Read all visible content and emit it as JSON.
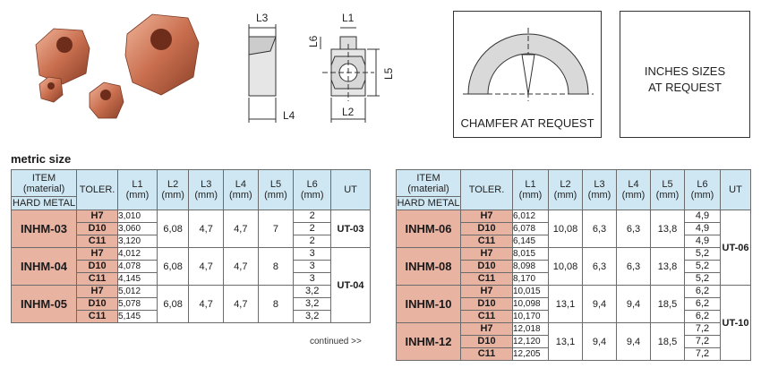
{
  "boxes": {
    "chamfer_caption": "CHAMFER AT REQUEST",
    "inches_line1": "INCHES SIZES",
    "inches_line2": "AT REQUEST"
  },
  "drawing_labels": {
    "l1": "L1",
    "l2": "L2",
    "l3": "L3",
    "l4": "L4",
    "l5": "L5",
    "l6": "L6"
  },
  "section_title": "metric size",
  "continued": "continued >>",
  "header": {
    "item": "ITEM",
    "material": "(material)",
    "hard_metal": "HARD METAL",
    "toler": "TOLER.",
    "unit": "(mm)",
    "cols": [
      "L1",
      "L2",
      "L3",
      "L4",
      "L5",
      "L6"
    ],
    "ut": "UT"
  },
  "left_table": {
    "rows": [
      {
        "name": "INHM-03",
        "tol": [
          "H7",
          "D10",
          "C11"
        ],
        "l1": [
          "3,010",
          "3,060",
          "3,120"
        ],
        "l2": "6,08",
        "l3": "4,7",
        "l4": "4,7",
        "l5": "7",
        "l6": [
          "2",
          "2",
          "2"
        ]
      },
      {
        "name": "INHM-04",
        "tol": [
          "H7",
          "D10",
          "C11"
        ],
        "l1": [
          "4,012",
          "4,078",
          "4,145"
        ],
        "l2": "6,08",
        "l3": "4,7",
        "l4": "4,7",
        "l5": "8",
        "l6": [
          "3",
          "3",
          "3"
        ]
      },
      {
        "name": "INHM-05",
        "tol": [
          "H7",
          "D10",
          "C11"
        ],
        "l1": [
          "5,012",
          "5,078",
          "5,145"
        ],
        "l2": "6,08",
        "l3": "4,7",
        "l4": "4,7",
        "l5": "8",
        "l6": [
          "3,2",
          "3,2",
          "3,2"
        ]
      }
    ],
    "ut": [
      "UT-03",
      "UT-04"
    ]
  },
  "right_table": {
    "rows": [
      {
        "name": "INHM-06",
        "tol": [
          "H7",
          "D10",
          "C11"
        ],
        "l1": [
          "6,012",
          "6,078",
          "6,145"
        ],
        "l2": "10,08",
        "l3": "6,3",
        "l4": "6,3",
        "l5": "13,8",
        "l6": [
          "4,9",
          "4,9",
          "4,9"
        ]
      },
      {
        "name": "INHM-08",
        "tol": [
          "H7",
          "D10",
          "C11"
        ],
        "l1": [
          "8,015",
          "8,098",
          "8,170"
        ],
        "l2": "10,08",
        "l3": "6,3",
        "l4": "6,3",
        "l5": "13,8",
        "l6": [
          "5,2",
          "5,2",
          "5,2"
        ]
      },
      {
        "name": "INHM-10",
        "tol": [
          "H7",
          "D10",
          "C11"
        ],
        "l1": [
          "10,015",
          "10,098",
          "10,170"
        ],
        "l2": "13,1",
        "l3": "9,4",
        "l4": "9,4",
        "l5": "18,5",
        "l6": [
          "6,2",
          "6,2",
          "6,2"
        ]
      },
      {
        "name": "INHM-12",
        "tol": [
          "H7",
          "D10",
          "C11"
        ],
        "l1": [
          "12,018",
          "12,120",
          "12,205"
        ],
        "l2": "13,1",
        "l3": "9,4",
        "l4": "9,4",
        "l5": "18,5",
        "l6": [
          "7,2",
          "7,2",
          "7,2"
        ]
      }
    ],
    "ut": [
      "UT-06",
      "UT-10"
    ]
  }
}
